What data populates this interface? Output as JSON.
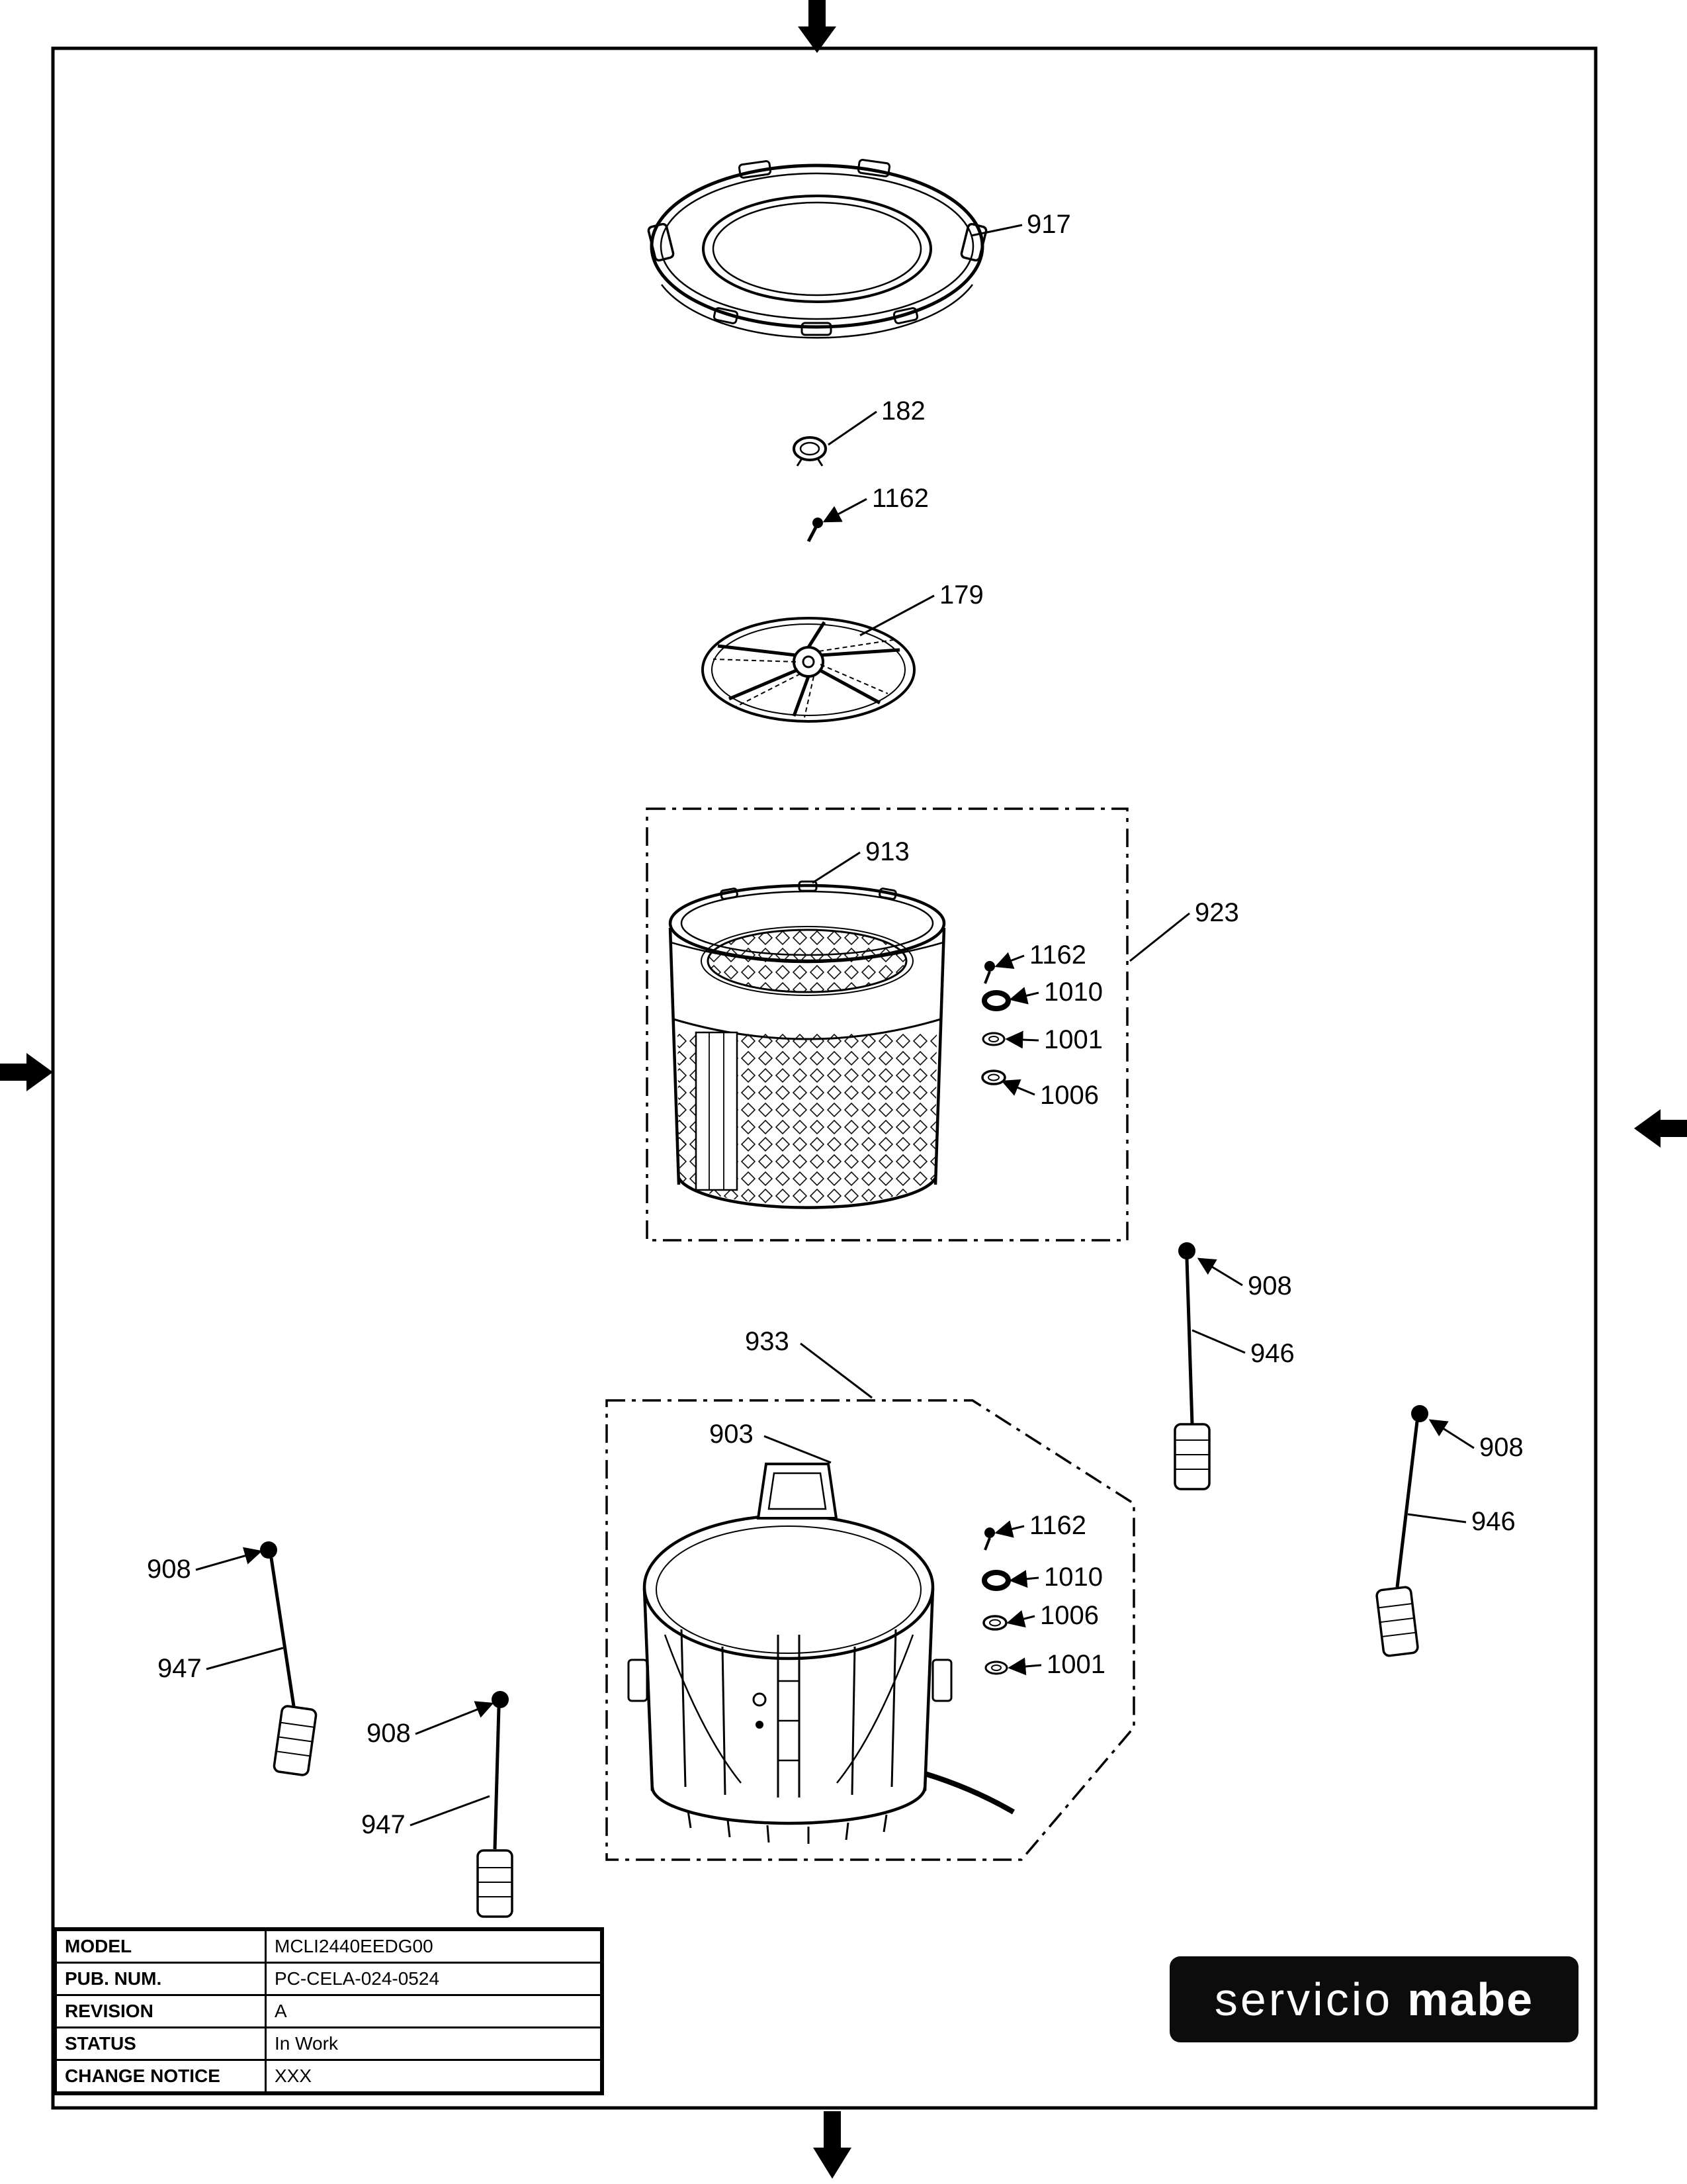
{
  "callouts": [
    {
      "label": "917"
    },
    {
      "label": "182"
    },
    {
      "label": "1162"
    },
    {
      "label": "179"
    },
    {
      "label": "913"
    },
    {
      "label": "923"
    },
    {
      "label": "1162"
    },
    {
      "label": "1010"
    },
    {
      "label": "1001"
    },
    {
      "label": "1006"
    },
    {
      "label": "908"
    },
    {
      "label": "946"
    },
    {
      "label": "933"
    },
    {
      "label": "903"
    },
    {
      "label": "908"
    },
    {
      "label": "946"
    },
    {
      "label": "1162"
    },
    {
      "label": "1010"
    },
    {
      "label": "1006"
    },
    {
      "label": "1001"
    },
    {
      "label": "908"
    },
    {
      "label": "947"
    },
    {
      "label": "908"
    },
    {
      "label": "947"
    }
  ],
  "title_block": {
    "rows": [
      {
        "label": "MODEL",
        "value": "MCLI2440EEDG00"
      },
      {
        "label": "PUB. NUM.",
        "value": "PC-CELA-024-0524"
      },
      {
        "label": "REVISION",
        "value": "A"
      },
      {
        "label": "STATUS",
        "value": "In Work"
      },
      {
        "label": "CHANGE NOTICE",
        "value": "XXX"
      }
    ]
  },
  "logo": {
    "light": "servicio",
    "bold": "mabe"
  },
  "colors": {
    "ink": "#000000",
    "paper": "#ffffff"
  }
}
